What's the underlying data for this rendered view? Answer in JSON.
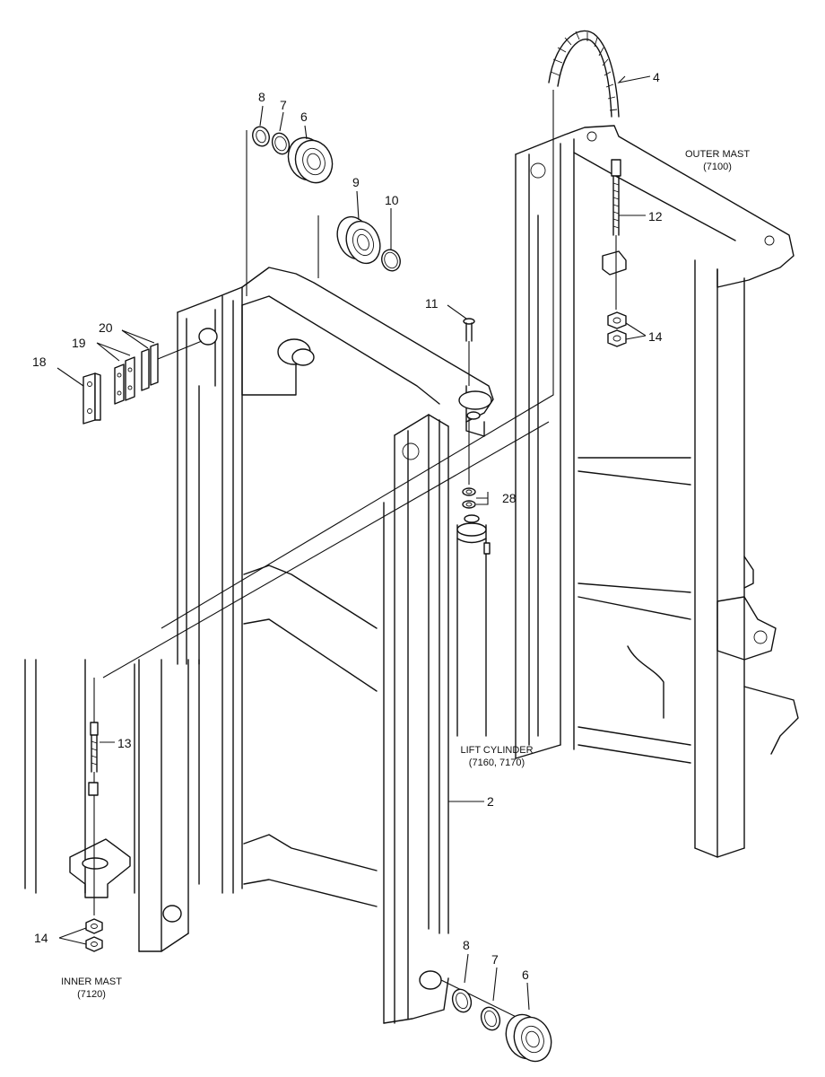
{
  "callouts": {
    "c2": "2",
    "c4": "4",
    "c6_top": "6",
    "c7_top": "7",
    "c8_top": "8",
    "c9": "9",
    "c10": "10",
    "c11": "11",
    "c12": "12",
    "c13": "13",
    "c14_right": "14",
    "c14_left": "14",
    "c18": "18",
    "c19": "19",
    "c20": "20",
    "c28": "28",
    "c6_bottom": "6",
    "c7_bottom": "7",
    "c8_bottom": "8"
  },
  "captions": {
    "outer_mast": "OUTER MAST",
    "outer_mast_code": "(7100)",
    "lift_cylinder": "LIFT CYLINDER",
    "lift_cylinder_code": "(7160, 7170)",
    "inner_mast": "INNER MAST",
    "inner_mast_code": "(7120)"
  }
}
